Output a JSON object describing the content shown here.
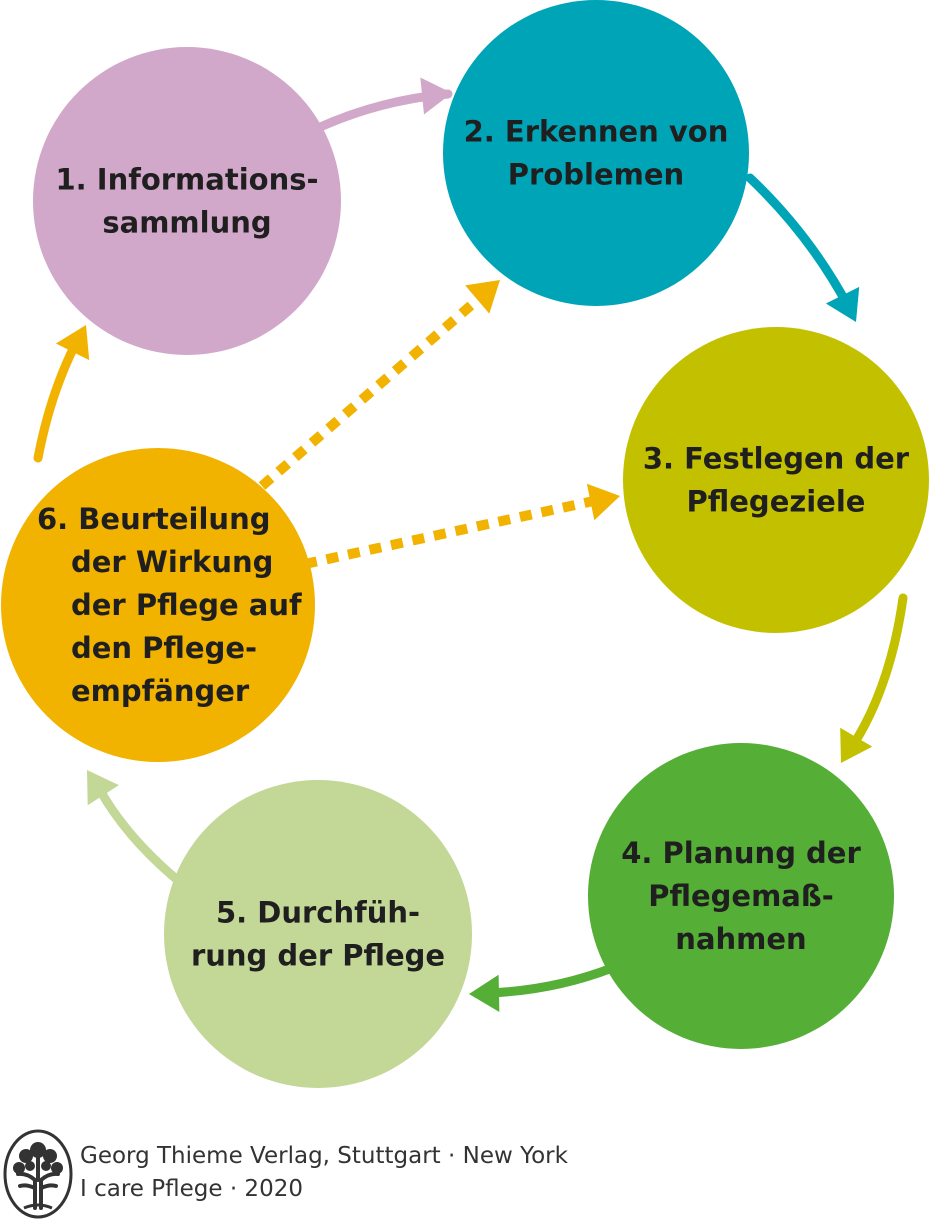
{
  "diagram": {
    "steps": [
      {
        "id": 1,
        "lines": [
          "1. Informations-",
          "sammlung"
        ],
        "color": "#d1a8c9"
      },
      {
        "id": 2,
        "lines": [
          "2. Erkennen von",
          "Problemen"
        ],
        "color": "#00a4b7"
      },
      {
        "id": 3,
        "lines": [
          "3. Festlegen der",
          "Pflegeziele"
        ],
        "color": "#c3c000"
      },
      {
        "id": 4,
        "lines": [
          "4. Planung der",
          "Pflegemaß-",
          "nahmen"
        ],
        "color": "#55ae36"
      },
      {
        "id": 5,
        "lines": [
          "5. Durchfüh-",
          "rung der Pflege"
        ],
        "color": "#c3d796"
      },
      {
        "id": 6,
        "lines": [
          "6. Beurteilung",
          "der Wirkung",
          "der Pflege auf",
          "den Pflege-",
          "empfänger"
        ],
        "color": "#f1b200"
      }
    ],
    "arrows": [
      {
        "from": 1,
        "to": 2,
        "style": "solid",
        "color": "#d1a8c9"
      },
      {
        "from": 2,
        "to": 3,
        "style": "solid",
        "color": "#00a4b7"
      },
      {
        "from": 3,
        "to": 4,
        "style": "solid",
        "color": "#c3c000"
      },
      {
        "from": 4,
        "to": 5,
        "style": "solid",
        "color": "#55ae36"
      },
      {
        "from": 5,
        "to": 6,
        "style": "solid",
        "color": "#c3d796"
      },
      {
        "from": 6,
        "to": 1,
        "style": "solid",
        "color": "#f1b200"
      },
      {
        "from": 6,
        "to": 2,
        "style": "dotted",
        "color": "#f1b200"
      },
      {
        "from": 6,
        "to": 3,
        "style": "dotted",
        "color": "#f1b200"
      }
    ]
  },
  "footer": {
    "publisher_line": "Georg Thieme Verlag, Stuttgart · New York",
    "book_line": "I care Pflege · 2020",
    "logo_icon": "tree-icon"
  }
}
